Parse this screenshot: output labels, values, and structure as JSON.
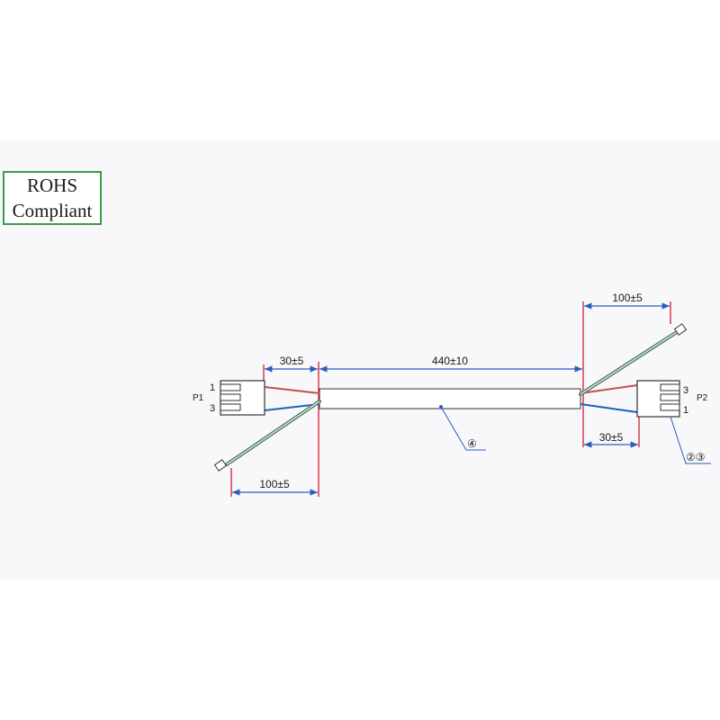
{
  "badge": {
    "line1": "ROHS",
    "line2": "Compliant"
  },
  "dimensions": {
    "left_branch": "30±5",
    "main_cable": "440±10",
    "right_upper": "100±5",
    "right_branch": "30±5",
    "left_lower": "100±5"
  },
  "connectors": {
    "p1": {
      "label": "P1",
      "pin_top": "1",
      "pin_bottom": "3"
    },
    "p2": {
      "label": "P2",
      "pin_top": "3",
      "pin_bottom": "1"
    }
  },
  "callouts": {
    "cable": "④",
    "connector": "②③"
  },
  "colors": {
    "dimension": "#2a5dbf",
    "extension": "#d02030",
    "wire_red": "#c45050",
    "wire_blue": "#2060c0",
    "wire_green": "#4a7a5a",
    "outline": "#333333"
  }
}
